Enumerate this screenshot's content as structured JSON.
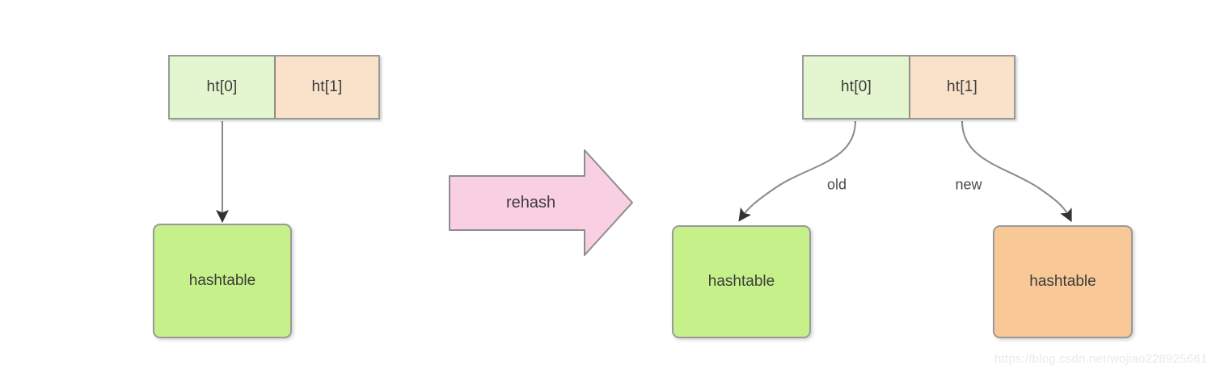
{
  "diagram": {
    "title_text": "",
    "colors": {
      "cell_ht0_fill": "#e3f6cf",
      "cell_ht1_fill": "#fae2ca",
      "box_green_fill": "#c6f08a",
      "box_orange_fill": "#f8c896",
      "arrow_pink_fill": "#f9cfe3",
      "border_gray": "#9a9a9a",
      "text_dark": "#3d3d3d",
      "watermark": "#eaeaea"
    },
    "left": {
      "table": {
        "cells": [
          {
            "label": "ht[0]"
          },
          {
            "label": "ht[1]"
          }
        ]
      },
      "box": {
        "label": "hashtable"
      }
    },
    "middle": {
      "arrow_label": "rehash"
    },
    "right": {
      "table": {
        "cells": [
          {
            "label": "ht[0]"
          },
          {
            "label": "ht[1]"
          }
        ]
      },
      "edges": [
        {
          "label": "old"
        },
        {
          "label": "new"
        }
      ],
      "boxes": [
        {
          "label": "hashtable"
        },
        {
          "label": "hashtable"
        }
      ]
    },
    "watermark": "https://blog.csdn.net/wojiao228925661"
  }
}
